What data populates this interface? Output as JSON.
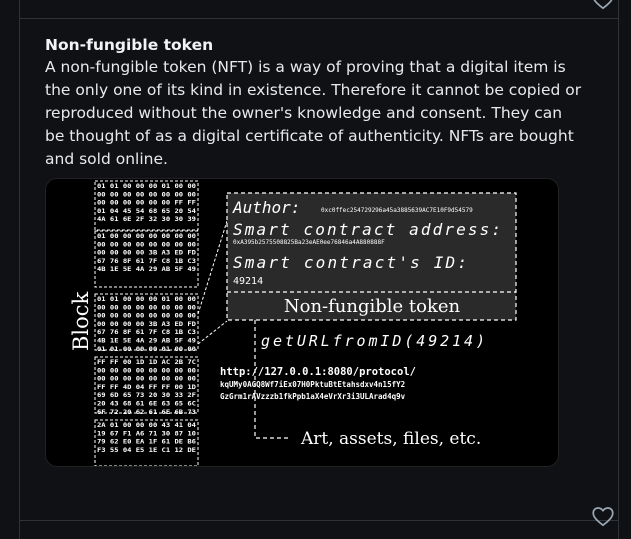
{
  "post": {
    "title": "Non-fungible token",
    "body": "A non-fungible token (NFT) is a way of proving that a digital item is the only one of its kind in existence. Therefore it cannot be copied or reproduced without the owner's knowledge and consent. They can be thought of as a digital certificate of authenticity. NFTs are bought and sold online."
  },
  "diagram": {
    "block_label": "Block",
    "author_label": "Author:",
    "author_address": "0xc0ffec254729296a45a3885639AC7E10F9d54579",
    "contract_address_label": "Smart contract address:",
    "contract_address": "0xA395b2575508825Ba23eAE0ee76846a4A880888F",
    "contract_id_label": "Smart contract's ID:",
    "contract_id": "49214",
    "token_title": "Non-fungible token",
    "function_call": "getURLfromID(49214)",
    "url_line1": "http://127.0.0.1:8080/protocol/",
    "url_line2": "kqUMy0AGQ8Wf7iEx07H0PktuBtEtahsdxv4n15fY2",
    "url_line3": "GzGrm1rAVzzzb1fkPpb1aX4eVrXr3i3ULArad4q9v",
    "footer_label": "Art, assets, files, etc.",
    "hex_rows": [
      "01 01 00 00 00 01 00 00",
      "00 00 00 00 00 00 00 00",
      "00 00 00 00 00 00 FF FF",
      "01 04 45 54 68 65 20 54",
      "4A 61 6E 2F 32 30 30 39",
      "01 00 00 00 00 00 00 00",
      "00 00 00 00 00 00 00 00",
      "00 00 00 00 3B A3 ED FD",
      "67 76 8F 61 7F C8 1B C3",
      "4B 1E 5E 4A 29 AB 5F 49",
      "01 01 00 00 00 01 00 00",
      "00 00 00 00 00 00 00 00",
      "00 00 00 00 00 00 00 00",
      "00 00 00 00 3B A3 ED FD",
      "67 76 8F 61 7F C8 1B C3",
      "4B 1E 5E 4A 29 AB 5F 49",
      "01 01 00 00 00 01 00 00",
      "FF FF 00 1D 1D AC 2B 7C",
      "00 00 00 00 00 00 00 00",
      "00 00 00 00 00 00 00 00",
      "FF FF 4D 04 FF FF 00 1D",
      "69 6D 65 73 20 30 33 2F",
      "20 43 68 61 6E 63 65 6C",
      "6F 72 20 62 61 6E 6B 73",
      "2A 01 00 00 00 43 41 04",
      "19 67 F1 A6 71 30 87 10",
      "79 62 E0 EA 1F 61 DE B6",
      "F3 55 04 E5 1E C1 12 DE"
    ]
  },
  "colors": {
    "background": "#0f1115",
    "card_border": "#2f3336",
    "text": "#e7e9ea",
    "heart": "#9aa7b3",
    "diagram_bg": "#000000",
    "diagram_box": "#2a2a2a",
    "diagram_line": "#ffffff"
  },
  "icons": {
    "like": "heart-outline-icon"
  }
}
